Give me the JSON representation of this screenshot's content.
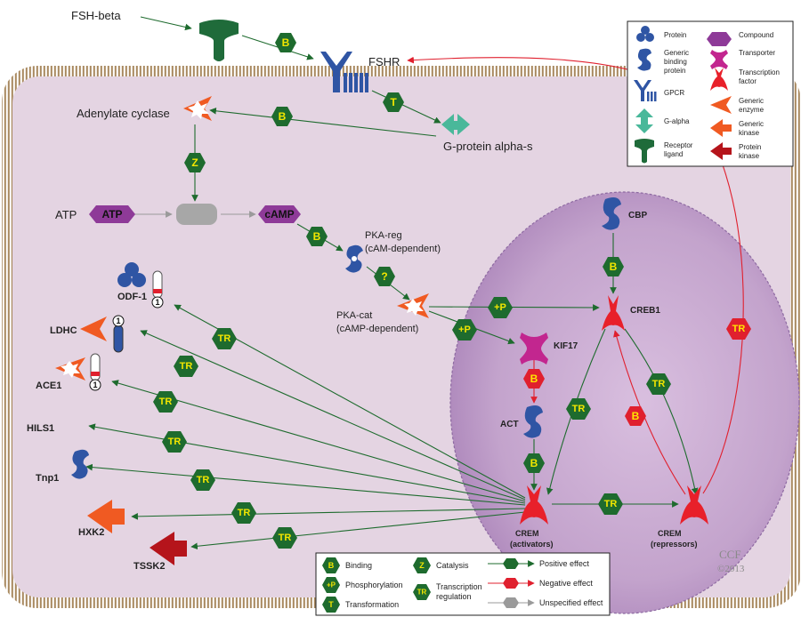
{
  "texts": {
    "fsh_beta": "FSH-beta",
    "fshr": "FSHR",
    "adenylate_cyclase": "Adenylate cyclase",
    "g_protein": "G-protein alpha-s",
    "atp_text": "ATP",
    "atp_node": "ATP",
    "camp_node": "cAMP",
    "pka_reg_1": "PKA-reg",
    "pka_reg_2": "(cAM-dependent)",
    "pka_cat_1": "PKA-cat",
    "pka_cat_2": "(cAMP-dependent)",
    "odf1": "ODF-1",
    "ldhc": "LDHC",
    "ace1": "ACE1",
    "hils1": "HILS1",
    "tnp1": "Tnp1",
    "hxk2": "HXK2",
    "tssk2": "TSSK2",
    "cbp": "CBP",
    "creb1": "CREB1",
    "kif17": "KIF17",
    "act": "ACT",
    "crem_act_1": "CREM",
    "crem_act_2": "(activators)",
    "crem_rep_1": "CREM",
    "crem_rep_2": "(repressors)",
    "marker_1": "1",
    "copyright_1": "CCF",
    "copyright_2": "©2013"
  },
  "edge_labels": {
    "b": "B",
    "t": "T",
    "z": "Z",
    "q": "?",
    "p": "+P",
    "tr": "TR"
  },
  "legend_top": {
    "protein": "Protein",
    "generic_binding_1": "Generic",
    "generic_binding_2": "binding",
    "generic_binding_3": "protein",
    "gpcr": "GPCR",
    "g_alpha": "G-alpha",
    "receptor_ligand_1": "Receptor",
    "receptor_ligand_2": "ligand",
    "compound": "Compound",
    "transporter": "Transporter",
    "transcription_factor_1": "Transcription",
    "transcription_factor_2": "factor",
    "generic_enzyme_1": "Generic",
    "generic_enzyme_2": "enzyme",
    "generic_kinase_1": "Generic",
    "generic_kinase_2": "kinase",
    "protein_kinase_1": "Protein",
    "protein_kinase_2": "kinase"
  },
  "legend_bottom": {
    "binding": "Binding",
    "catalysis": "Catalysis",
    "phosphorylation": "Phosphorylation",
    "transcription_regulation_1": "Transcription",
    "transcription_regulation_2": "regulation",
    "transformation": "Transformation",
    "positive_effect": "Positive effect",
    "negative_effect": "Negative effect",
    "unspecified_effect": "Unspecified effect"
  },
  "colors": {
    "positive": "#1e6b2e",
    "negative": "#e0202e",
    "unspecified": "#9a9a9a",
    "protein": "#2f55a4",
    "compound": "#8e3a98",
    "enzyme": "#f05a22",
    "transcription_factor": "#e8202a",
    "transporter": "#c2268f",
    "g_alpha": "#49b89a",
    "receptor_ligand": "#1f6b3a",
    "protein_kinase": "#b5141b",
    "cell": "#e4d4e2",
    "nucleus": "#c6a6cf"
  }
}
